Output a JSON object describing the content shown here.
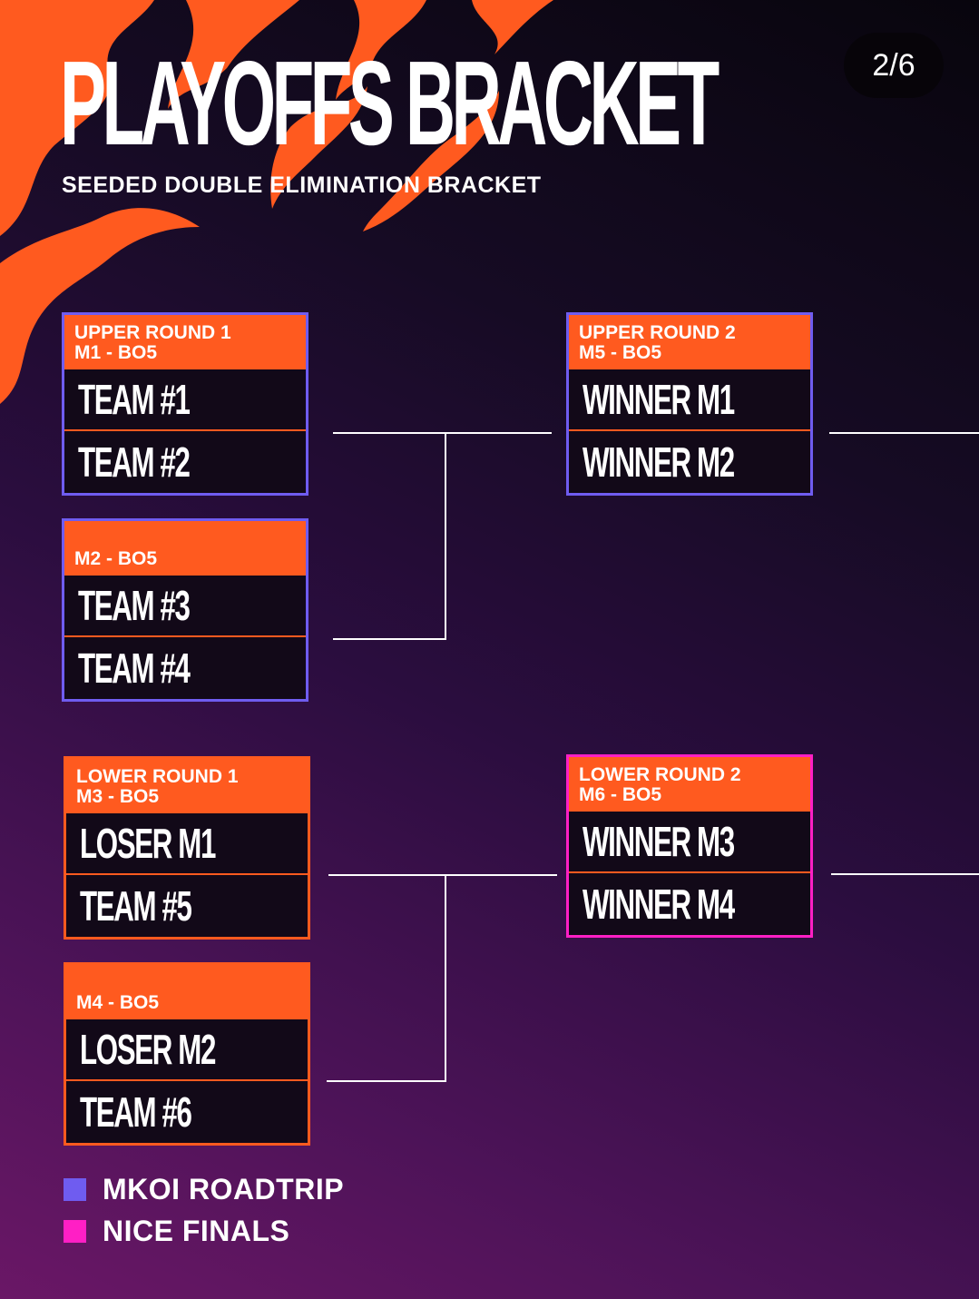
{
  "page_counter": "2/6",
  "title": "PLAYOFFS BRACKET",
  "subtitle": "SEEDED DOUBLE ELIMINATION BRACKET",
  "colors": {
    "accent_orange": "#ff5a1f",
    "upper_border": "#6f5cf0",
    "pink_border": "#ff1fc5"
  },
  "matches": {
    "m1": {
      "round": "UPPER ROUND 1",
      "label": "M1 - BO5",
      "teams": [
        "TEAM #1",
        "TEAM #2"
      ]
    },
    "m2": {
      "label": "M2 - BO5",
      "teams": [
        "TEAM #3",
        "TEAM #4"
      ]
    },
    "m5": {
      "round": "UPPER ROUND 2",
      "label": "M5 - BO5",
      "teams": [
        "WINNER M1",
        "WINNER M2"
      ]
    },
    "m3": {
      "round": "LOWER ROUND 1",
      "label": "M3 - BO5",
      "teams": [
        "LOSER M1",
        "TEAM #5"
      ]
    },
    "m4": {
      "label": "M4 - BO5",
      "teams": [
        "LOSER M2",
        "TEAM #6"
      ]
    },
    "m6": {
      "round": "LOWER ROUND 2",
      "label": "M6 - BO5",
      "teams": [
        "WINNER M3",
        "WINNER M4"
      ]
    }
  },
  "legend": [
    {
      "label": "MKOI ROADTRIP",
      "color": "#6f5cf0"
    },
    {
      "label": "NICE FINALS",
      "color": "#ff1fc5"
    }
  ]
}
